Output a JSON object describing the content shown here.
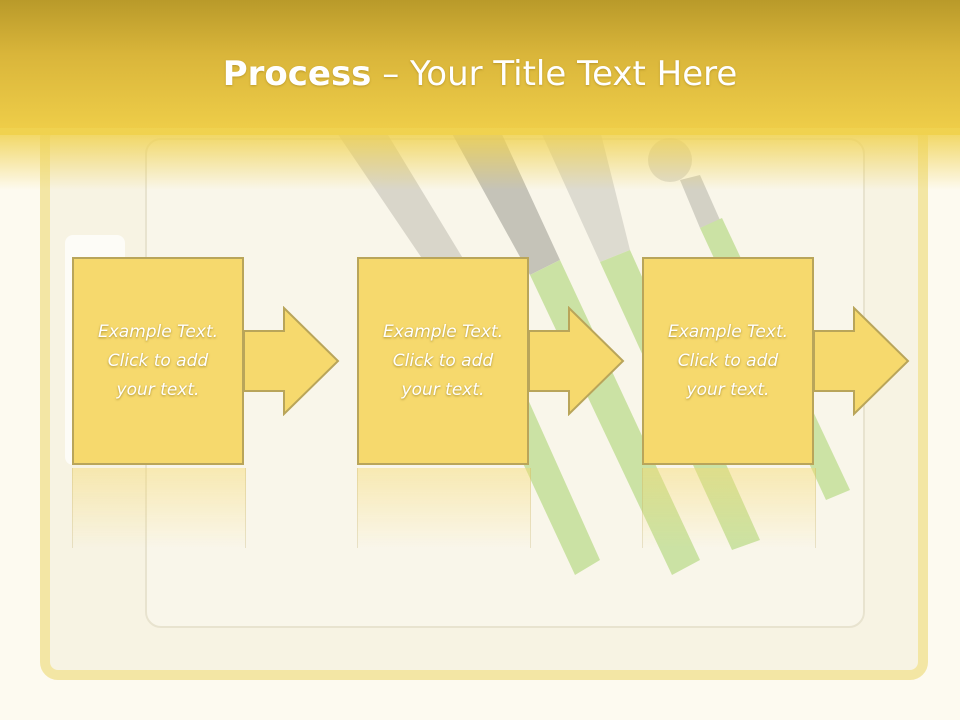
{
  "slide": {
    "title_bold": "Process",
    "title_rest": " – Your Title Text Here"
  },
  "steps": [
    {
      "line1": "Example Text.",
      "line2": "Click  to add",
      "line3": "your text."
    },
    {
      "line1": "Example Text.",
      "line2": "Click  to add",
      "line3": "your text."
    },
    {
      "line1": "Example Text.",
      "line2": "Click  to add",
      "line3": "your text."
    }
  ],
  "colors": {
    "header": "#d9b53a",
    "box_fill": "#f6d96d",
    "box_border": "#b9a55a",
    "arrow_fill": "#f6d96d"
  }
}
